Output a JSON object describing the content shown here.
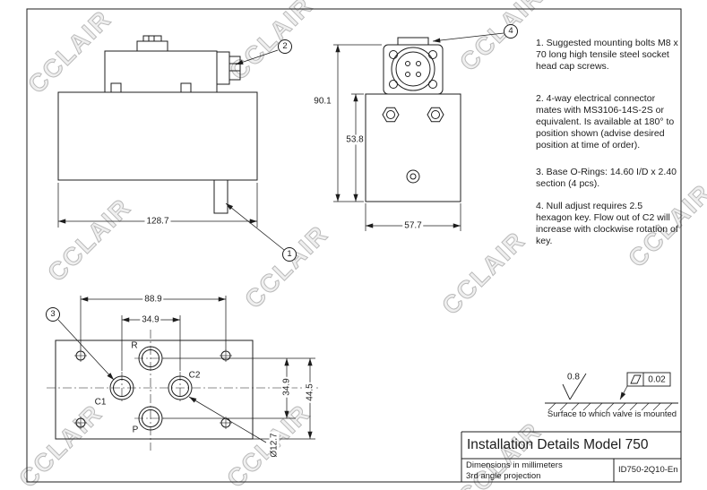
{
  "watermark": "CCLAIR",
  "balloons": {
    "n1": "1",
    "n2": "2",
    "n3": "3",
    "n4": "4"
  },
  "dims": {
    "side_width": "128.7",
    "front_total_height": "90.1",
    "front_body_height": "53.8",
    "front_width": "57.7",
    "mount_hole_spacing": "88.9",
    "port_spacing_horizontal": "34.9",
    "port_spacing_vertical": "34.9",
    "port_height": "44.5",
    "hole_diameter": "Ø12.7"
  },
  "ports": {
    "r": "R",
    "c2": "C2",
    "c1": "C1",
    "p": "P"
  },
  "notes": [
    "1. Suggested mounting bolts M8 x 70 long high tensile steel socket head cap screws.",
    "2. 4-way electrical connector mates with MS3106-14S-2S or equivalent. Is available at 180° to position shown (advise desired position at time of order).",
    "3. Base O-Rings: 14.60 I/D x 2.40 section (4 pcs).",
    "4. Null adjust requires 2.5 hexagon key. Flow out of C2 will increase with clockwise rotation of key."
  ],
  "surface": {
    "roughness": "0.8",
    "flatness_tolerance": "0.02",
    "caption": "Surface to which valve is mounted"
  },
  "title_block": {
    "title": "Installation Details Model 750",
    "units_note": "Dimensions in millimeters",
    "projection_note": "3rd angle projection",
    "document_id": "ID750-2Q10-En"
  }
}
